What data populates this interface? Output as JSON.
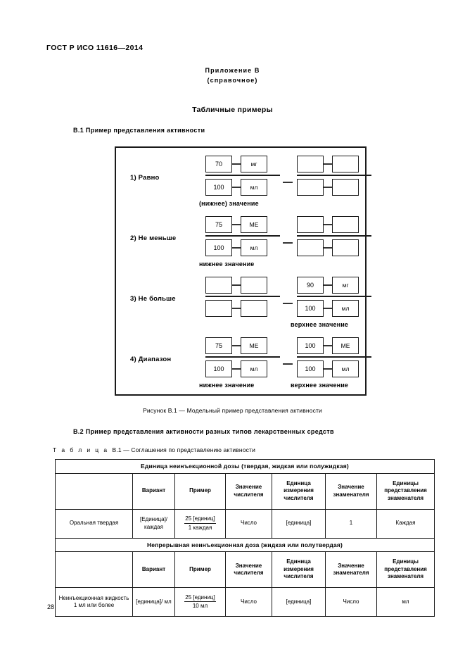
{
  "header": {
    "standard": "ГОСТ Р ИСО 11616—2014"
  },
  "annex": {
    "title": "Приложение В",
    "subtitle": "(справочное)"
  },
  "section": {
    "title": "Табличные примеры"
  },
  "clauses": {
    "b1": "В.1  Пример представления активности",
    "b2": "В.2  Пример представления активности разных типов лекарственных средств"
  },
  "figure": {
    "caption": "Рисунок  В.1 — Модельный пример представления активности",
    "rows": [
      {
        "label": "1) Равно",
        "left": {
          "numerator_value": "70",
          "numerator_unit": "мг",
          "denominator_value": "100",
          "denominator_unit": "мл"
        },
        "right": {
          "numerator_value": "",
          "numerator_unit": "",
          "denominator_value": "",
          "denominator_unit": ""
        },
        "caption_left": "(нижнее) значение",
        "caption_right": ""
      },
      {
        "label": "2) Не меньше",
        "left": {
          "numerator_value": "75",
          "numerator_unit": "МЕ",
          "denominator_value": "100",
          "denominator_unit": "мл"
        },
        "right": {
          "numerator_value": "",
          "numerator_unit": "",
          "denominator_value": "",
          "denominator_unit": ""
        },
        "caption_left": "нижнее значение",
        "caption_right": ""
      },
      {
        "label": "3) Не больше",
        "left": {
          "numerator_value": "",
          "numerator_unit": "",
          "denominator_value": "",
          "denominator_unit": ""
        },
        "right": {
          "numerator_value": "90",
          "numerator_unit": "мг",
          "denominator_value": "100",
          "denominator_unit": "мл"
        },
        "caption_left": "",
        "caption_right": "верхнее значение"
      },
      {
        "label": "4) Диапазон",
        "left": {
          "numerator_value": "75",
          "numerator_unit": "МЕ",
          "denominator_value": "100",
          "denominator_unit": "мл"
        },
        "right": {
          "numerator_value": "100",
          "numerator_unit": "МЕ",
          "denominator_value": "100",
          "denominator_unit": "мл"
        },
        "caption_left": "нижнее значение",
        "caption_right": "верхнее значение"
      }
    ]
  },
  "table": {
    "caption_prefix": "Т а б л и ц а",
    "caption_rest": "В.1 — Соглашения по представлению активности",
    "band1": "Единица неинъекционной дозы (твердая, жидкая или полужидкая)",
    "band2": "Непрерывная неинъекционная доза (жидкая или полутвердая)",
    "columns": [
      "",
      "Вариант",
      "Пример",
      "Значение числителя",
      "Единица измерения числителя",
      "Значение знаменателя",
      "Единицы представления знаменателя"
    ],
    "row1": {
      "name": "Оральная твердая",
      "variant": "[Единица]/ каждая",
      "example_top": "25 [единиц]",
      "example_bottom": "1 каждая",
      "numerator_value": "Число",
      "numerator_unit": "[единица]",
      "denominator_value": "1",
      "denominator_unit": "Каждая"
    },
    "row2": {
      "name": "Неинъекционная жидкость 1 мл или более",
      "variant": "[единица]/ мл",
      "example_top": "25 [единиц]",
      "example_bottom": "10 мл",
      "numerator_value": "Число",
      "numerator_unit": "[единица]",
      "denominator_value": "Число",
      "denominator_unit": "мл"
    }
  },
  "footer": {
    "page_number": "28"
  }
}
